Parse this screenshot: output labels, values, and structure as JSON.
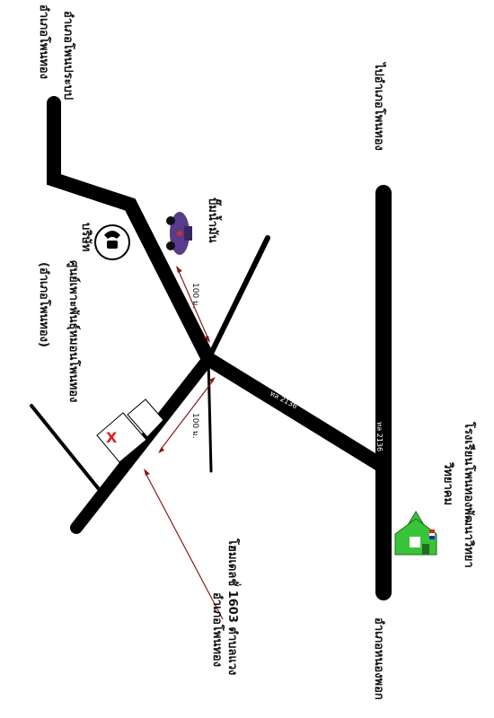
{
  "map": {
    "labels": {
      "top_left_1": "อำเภอโพนทอง",
      "top_left_2": "อำเภอโพนประบป",
      "top_right": "ไปอำเภอโพนทอง",
      "office_name": "ศูนย์เพาะพันธุ์หมอนโพนทอง",
      "office_sub": "บริษัท",
      "office_district": "(อำเภอโพนทอง)",
      "gas_station": "ปั๊มน้ำมัน",
      "school": "โรงเรียนโพนทองพัฒนาวิทยา",
      "school_sub": "วิทยาคม",
      "bottom_right": "อำเภอหนองพอก",
      "road_1": "ทล 2136",
      "road_2": "ทล 2136",
      "distance_1": "100 ม.",
      "distance_2": "100 ม.",
      "destination_line1": "โฮมเดลชั่ 1603 ตำบลแวง",
      "destination_line2": "อำเภอโพนทอง",
      "destination_mark": "X"
    },
    "colors": {
      "road": "#000000",
      "arrow": "#8b1a1a",
      "school": "#39c339",
      "cross": "#e02020",
      "car": "#5a3a8a"
    }
  }
}
